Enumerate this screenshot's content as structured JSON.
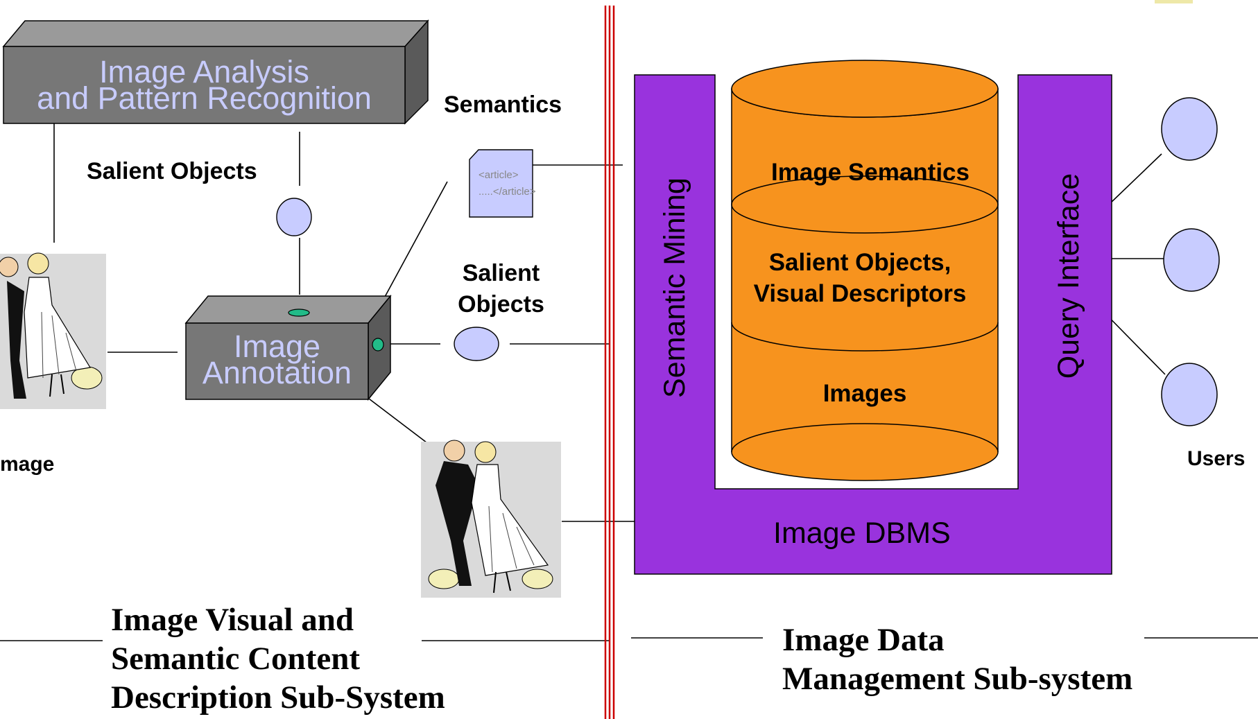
{
  "analysis_box": {
    "line1": "Image Analysis",
    "line2": "and Pattern Recognition"
  },
  "annotation_box": {
    "line1": "Image",
    "line2": "Annotation"
  },
  "labels": {
    "semantics": "Semantics",
    "salient_objects_top": "Salient Objects",
    "salient_objects_mid_line1": "Salient",
    "salient_objects_mid_line2": "Objects",
    "image_left": "mage",
    "users": "Users"
  },
  "article_doc": {
    "line1": "<article>",
    "line2": ".....</article>"
  },
  "dbms": {
    "semantic_mining": "Semantic Mining",
    "query_interface": "Query Interface",
    "title": "Image DBMS"
  },
  "cylinder": {
    "layer1": "Image Semantics",
    "layer2_line1": "Salient Objects,",
    "layer2_line2": "Visual Descriptors",
    "layer3": "Images"
  },
  "subsystems": {
    "left_line1": "Image Visual and",
    "left_line2": "Semantic Content",
    "left_line3": "Description  Sub-System",
    "right_line1": "Image Data",
    "right_line2": "Management  Sub-system"
  },
  "colors": {
    "box_gray": "#777777",
    "box_label": "#c8ccff",
    "dbms_purple": "#9933dd",
    "cylinder_orange": "#f7931e",
    "node_blue": "#c8ccff",
    "divider_red": "#cc0000",
    "port_green": "#22bb88"
  }
}
